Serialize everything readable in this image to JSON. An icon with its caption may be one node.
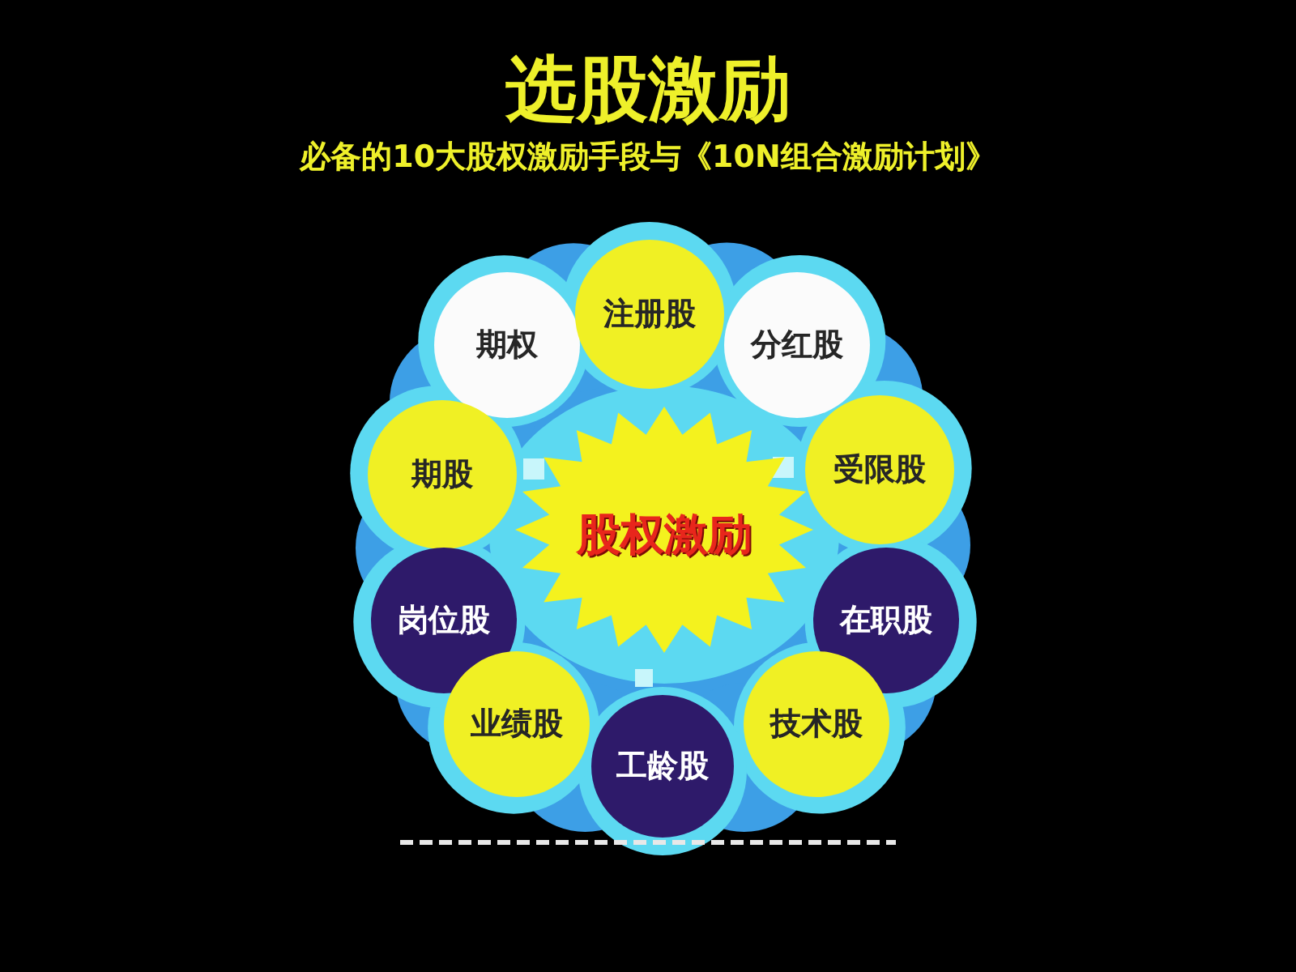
{
  "diagram": {
    "title": "选股激励",
    "nodes": [
      {
        "text": [
          "期权"
        ]
      },
      {
        "text": [
          "注册股"
        ]
      },
      {
        "text": [
          "分红股"
        ]
      },
      {
        "text": [
          "期股"
        ]
      },
      {
        "text": [
          "股权激励"
        ]
      },
      {
        "text": [
          "受限股"
        ]
      },
      {
        "text": [
          "岗位股"
        ]
      },
      {
        "text": [
          "在职股"
        ]
      },
      {
        "text": [
          "业绩股"
        ]
      },
      {
        "text": [
          "工龄股"
        ]
      },
      {
        "text": [
          "技术股"
        ]
      }
    ],
    "labels": [
      "必备的10大股权激励手段与《10N组合激励计划》"
    ]
  }
}
